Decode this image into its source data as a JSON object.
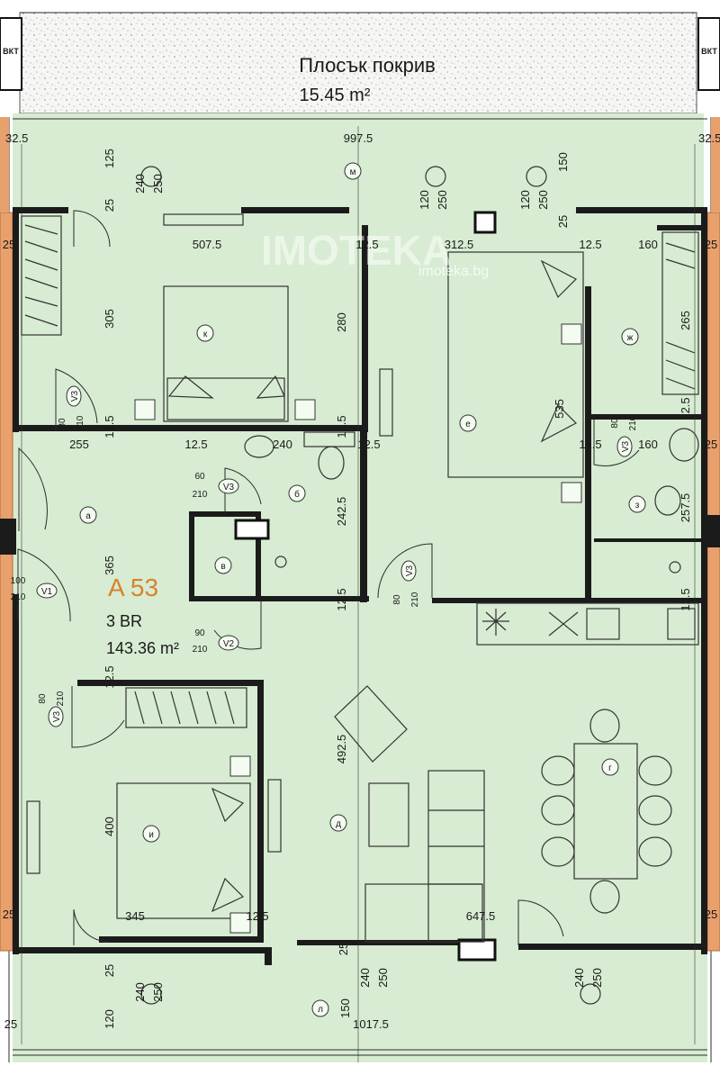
{
  "roof": {
    "title": "Плосък покрив",
    "area": "15.45 m²"
  },
  "unit": {
    "code": "A 53",
    "type": "3 BR",
    "area": "143.36 m²"
  },
  "watermark": {
    "brand": "IMOTEKA",
    "site": "imoteka.bg"
  },
  "tags": {
    "left": "ВКТ",
    "right": "ВКТ"
  },
  "rooms": {
    "m": "м",
    "k": "к",
    "e": "е",
    "zh": "ж",
    "b": "б",
    "a": "а",
    "v": "в",
    "z": "з",
    "g": "г",
    "d": "д",
    "i": "и",
    "l": "л"
  },
  "doors": {
    "v1": "V1",
    "v2": "V2",
    "v3": "V3"
  },
  "dims": {
    "d997": "997.5",
    "d32a": "32.5",
    "d32b": "32.5",
    "d125a": "125",
    "d25a": "25",
    "d240a": "240",
    "d250a": "250",
    "d120a": "120",
    "d250b": "250",
    "d120b": "120",
    "d250c": "250",
    "d150a": "150",
    "d25b": "25",
    "d507": "507.5",
    "d12a": "12.5",
    "d312": "312.5",
    "d12b": "12.5",
    "d160a": "160",
    "d25c": "25",
    "d25d": "25",
    "d305": "305",
    "d280": "280",
    "d265": "265",
    "d535": "535",
    "d80a": "80",
    "d210a": "210",
    "d125b": "12.5",
    "d255": "255",
    "d12c": "12.5",
    "d240b": "240",
    "d12d": "12.5",
    "d125c": "12.5",
    "d80b": "80",
    "d210b": "210",
    "d12e": "12.5",
    "d160b": "160",
    "d125d": "12.5",
    "d25e": "25",
    "d60": "60",
    "d210c": "210",
    "d242": "242.5",
    "d257": "257.5",
    "d365": "365",
    "d100": "100",
    "d210d": "210",
    "d80c": "80",
    "d210e": "210",
    "d12f": "12.5",
    "d12g": "12.5",
    "d90": "90",
    "d210f": "210",
    "d80d": "80",
    "d210g": "210",
    "d125e": "12.5",
    "d492": "492.5",
    "d400": "400",
    "d345": "345",
    "d12h": "12.5",
    "d647": "647.5",
    "d25f": "25",
    "d25g": "25",
    "d25h": "25",
    "d25i": "25",
    "d240c": "240",
    "d250d": "250",
    "d240d": "240",
    "d250e": "250",
    "d150b": "150",
    "d120c": "120",
    "d25j": "25",
    "d1017": "1017.5"
  }
}
